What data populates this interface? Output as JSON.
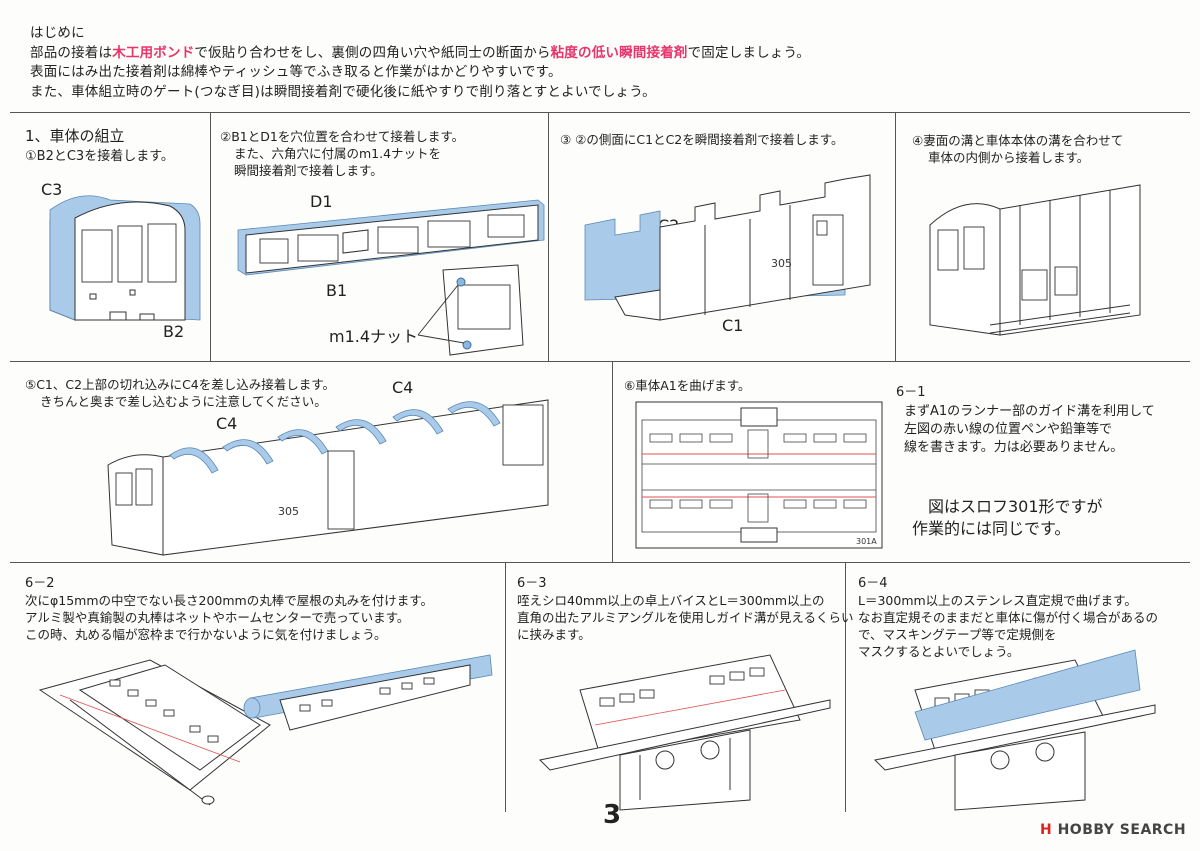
{
  "intro": {
    "heading": "はじめに",
    "line1_a": "部品の接着は",
    "line1_hl1": "木工用ボンド",
    "line1_b": "で仮貼り合わせをし、裏側の四角い穴や紙同士の断面から",
    "line1_hl2": "粘度の低い瞬間接着剤",
    "line1_c": "で固定しましょう。",
    "line2": "表面にはみ出た接着剤は綿棒やティッシュ等でふき取ると作業がはかどりやすいです。",
    "line3": "また、車体組立時のゲート(つなぎ目)は瞬間接着剤で硬化後に紙やすりで削り落とすとよいでしょう。"
  },
  "step1": {
    "title": "1、車体の組立",
    "sub": "①B2とC3を接着します。",
    "label_c3": "C3",
    "label_b2": "B2"
  },
  "step2": {
    "line1": "②B1とD1を穴位置を合わせて接着します。",
    "line2": "また、六角穴に付属のm1.4ナットを",
    "line3": "瞬間接着剤で接着します。",
    "label_d1": "D1",
    "label_b1": "B1",
    "label_nut": "m1.4ナット"
  },
  "step3": {
    "line1": "③ ②の側面にC1とC2を瞬間接着剤で接着します。",
    "label_c2": "C2",
    "label_c1": "C1",
    "car_no": "305"
  },
  "step4": {
    "line1": "④妻面の溝と車体本体の溝を合わせて",
    "line2": "車体の内側から接着します。"
  },
  "step5": {
    "line1": "⑤C1、C2上部の切れ込みにC4を差し込み接着します。",
    "line2": "きちんと奥まで差し込むように注意してください。",
    "label_c4a": "C4",
    "label_c4b": "C4",
    "car_no": "305"
  },
  "step6": {
    "title": "⑥車体A1を曲げます。",
    "sub_title": "6－1",
    "sub_line1": "まずA1のランナー部のガイド溝を利用して",
    "sub_line2": "左図の赤い線の位置ペンや鉛筆等で",
    "sub_line3": "線を書きます。力は必要ありません。",
    "note_line1": "図はスロフ301形ですが",
    "note_line2": "作業的には同じです。",
    "sheet_label": "301A"
  },
  "step62": {
    "title": "6－2",
    "line1": "次にφ15mmの中空でない長さ200mmの丸棒で屋根の丸みを付けます。",
    "line2": "アルミ製や真鍮製の丸棒はネットやホームセンターで売っています。",
    "line3": "この時、丸める幅が窓枠まで行かないように気を付けましょう。"
  },
  "step63": {
    "title": "6－3",
    "line1": "咥えシロ40mm以上の卓上バイスとL＝300mm以上の",
    "line2": "直角の出たアルミアングルを使用しガイド溝が見えるくらい",
    "line3": "に挟みます。"
  },
  "step64": {
    "title": "6－4",
    "line1": "L＝300mm以上のステンレス直定規で曲げます。",
    "line2": "なお直定規そのままだと車体に傷が付く場合があるので、マスキングテープ等で定規側を",
    "line3": "マスクするとよいでしょう。"
  },
  "page_number": "3",
  "watermark": {
    "logo": "H",
    "text": "HOBBY SEARCH"
  },
  "colors": {
    "highlight": "#e8336b",
    "part_blue": "#a9cbe9",
    "guide_red": "#e05050"
  }
}
